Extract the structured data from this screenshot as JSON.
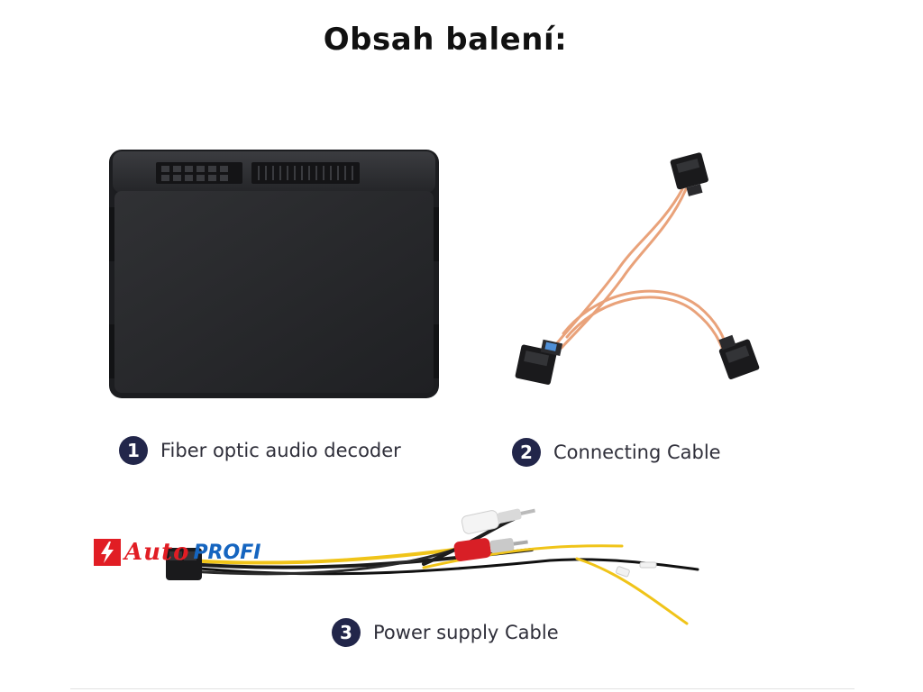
{
  "heading": "Obsah balení:",
  "items": [
    {
      "number": "1",
      "label": "Fiber optic audio decoder"
    },
    {
      "number": "2",
      "label": "Connecting Cable"
    },
    {
      "number": "3",
      "label": "Power supply Cable"
    }
  ],
  "watermark": {
    "script_text": "Auto",
    "strong_text": "PROFI"
  },
  "colors": {
    "badge": "#22264a",
    "cable_orange": "#e9a27a",
    "decoder_body": "#2a2b2e",
    "logo_red": "#e11d24",
    "logo_blue": "#1565c0"
  }
}
